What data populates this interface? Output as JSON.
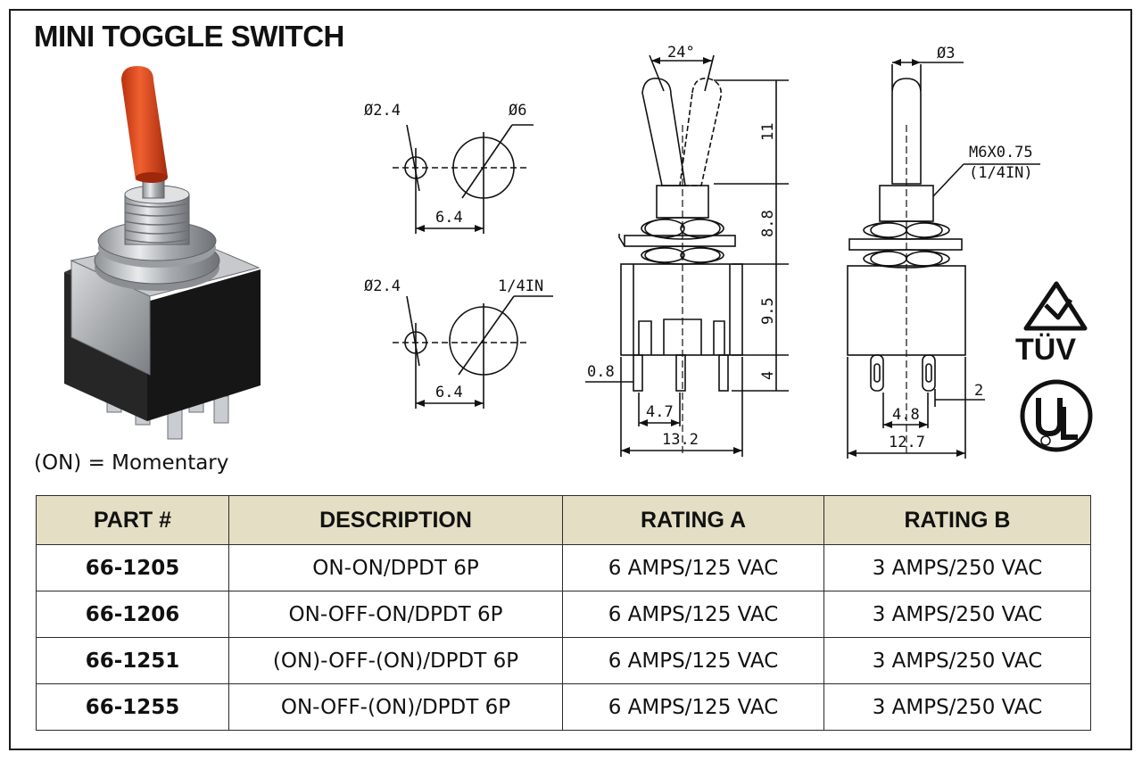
{
  "title": "MINI TOGGLE SWITCH",
  "legend_note": "(ON) = Momentary",
  "dimensions": {
    "hole1_small": "Ø2.4",
    "hole1_large": "Ø6",
    "hole1_spacing": "6.4",
    "hole2_small": "Ø2.4",
    "hole2_large": "1/4IN",
    "hole2_spacing": "6.4",
    "angle": "24°",
    "lever_height": "11",
    "bushing_height": "8.8",
    "body_height": "9.5",
    "terminal_height": "4",
    "terminal_width": "0.8",
    "terminal_pitch": "4.7",
    "body_width": "13.2",
    "lever_dia": "Ø3",
    "thread_line1": "M6X0.75",
    "thread_line2": "(1/4IN)",
    "side_terminal_gap": "2",
    "side_terminal_pitch": "4.8",
    "side_body_width": "12.7"
  },
  "certifications": {
    "tuv": "TÜV",
    "ul": "UL"
  },
  "table": {
    "headers": [
      "PART #",
      "DESCRIPTION",
      "RATING A",
      "RATING B"
    ],
    "rows": [
      {
        "part": "66-1205",
        "description": "ON-ON/DPDT 6P",
        "rating_a": "6 AMPS/125 VAC",
        "rating_b": "3 AMPS/250 VAC"
      },
      {
        "part": "66-1206",
        "description": "ON-OFF-ON/DPDT 6P",
        "rating_a": "6 AMPS/125 VAC",
        "rating_b": "3 AMPS/250 VAC"
      },
      {
        "part": "66-1251",
        "description": "(ON)-OFF-(ON)/DPDT 6P",
        "rating_a": "6 AMPS/125 VAC",
        "rating_b": "3 AMPS/250 VAC"
      },
      {
        "part": "66-1255",
        "description": "ON-OFF-(ON)/DPDT 6P",
        "rating_a": "6 AMPS/125 VAC",
        "rating_b": "3 AMPS/250 VAC"
      }
    ]
  },
  "colors": {
    "lever_cap": "#e0451e",
    "header_bg": "#e4dfc4",
    "body": "#1c1c1c",
    "metal": "#b9bcbf"
  }
}
